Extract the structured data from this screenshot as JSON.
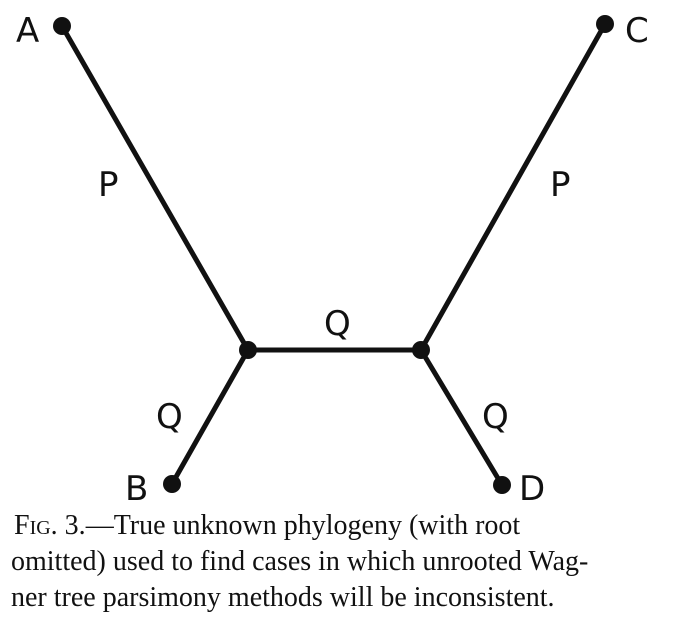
{
  "diagram": {
    "nodes": {
      "A": "A",
      "B": "B",
      "C": "C",
      "D": "D"
    },
    "edges": {
      "A_internal_left": "P",
      "C_internal_right": "P",
      "internal": "Q",
      "B_internal_left": "Q",
      "D_internal_right": "Q"
    }
  },
  "caption": {
    "fig_label": "Fig. 3.",
    "line1_rest": "—True unknown phylogeny (with root",
    "line2": "omitted) used to find cases in which unrooted Wag-",
    "line3": "ner tree parsimony methods will be inconsistent."
  }
}
